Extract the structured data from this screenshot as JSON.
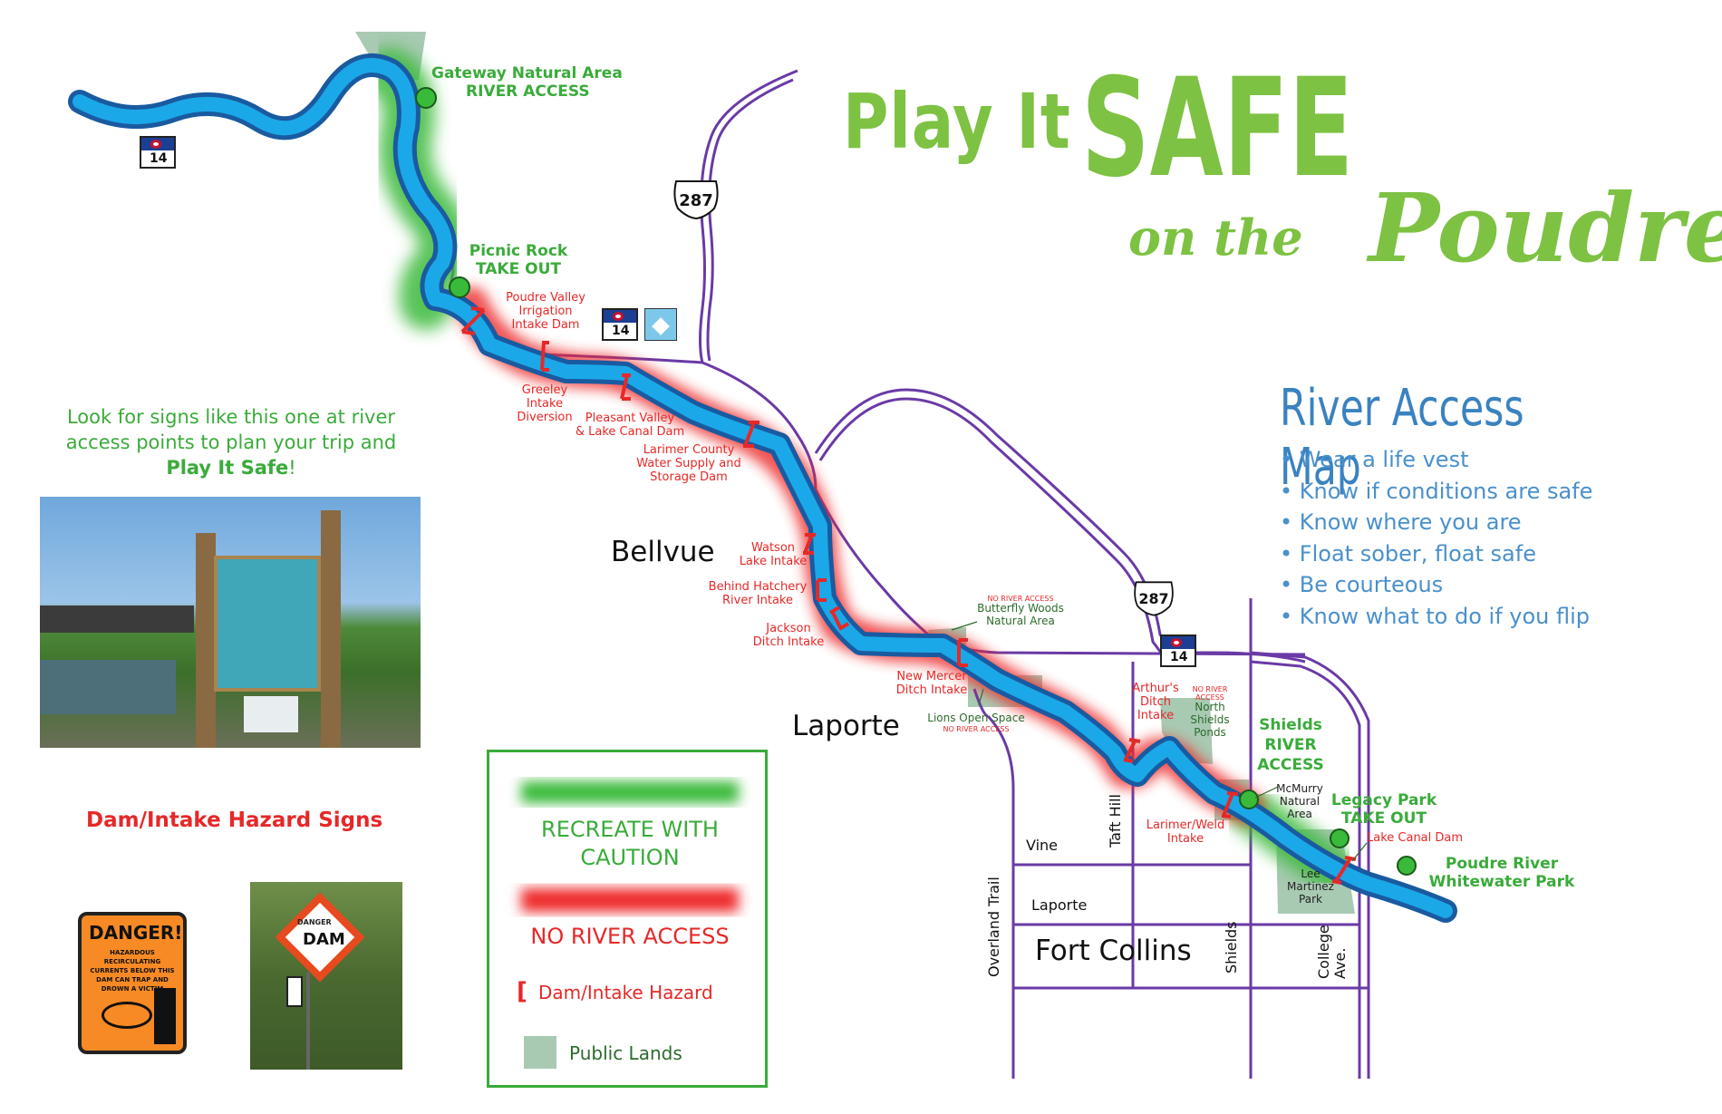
{
  "title": {
    "line1_part1": "Play It",
    "line1_part2": "SAFE",
    "line2_part1": "on the",
    "line2_part2": "Poudre"
  },
  "river_access_map": {
    "heading": "River Access Map",
    "tips": [
      "• Wear a life vest",
      "• Know if conditions are safe",
      "• Know where you are",
      "• Float sober, float safe",
      "• Be courteous",
      "• Know what to do if you flip"
    ]
  },
  "intro": {
    "line1": "Look for signs like this one at river",
    "line2": "access points to plan your trip and",
    "line3_bold": "Play It Safe",
    "line3_end": "!"
  },
  "hazard_signs_caption": "Dam/Intake Hazard Signs",
  "danger_sign": {
    "title": "DANGER!",
    "text": "HAZARDOUS RECIRCULATING CURRENTS BELOW THIS DAM CAN TRAP AND DROWN A VICTIM"
  },
  "dam_sign": {
    "top": "DANGER",
    "main": "DAM"
  },
  "legend": {
    "recreate": "RECREATE WITH CAUTION",
    "no_access": "NO RIVER ACCESS",
    "dam_hazard_bracket": "[",
    "dam_hazard": "Dam/Intake Hazard",
    "public_lands": "Public Lands"
  },
  "access_points": {
    "gateway": {
      "line1": "Gateway Natural Area",
      "line2": "RIVER ACCESS"
    },
    "picnic_rock": {
      "line1": "Picnic Rock",
      "line2": "TAKE OUT"
    },
    "shields": {
      "line1": "Shields",
      "line2": "RIVER",
      "line3": "ACCESS"
    },
    "legacy": {
      "line1": "Legacy Park",
      "line2": "TAKE OUT"
    },
    "whitewater": {
      "line1": "Poudre River",
      "line2": "Whitewater Park"
    }
  },
  "hazards": {
    "poudre_valley": [
      "Poudre Valley",
      "Irrigation",
      "Intake Dam"
    ],
    "greeley": [
      "Greeley",
      "Intake",
      "Diversion"
    ],
    "pleasant_valley": [
      "Pleasant Valley",
      "& Lake Canal Dam"
    ],
    "larimer_county": [
      "Larimer County",
      "Water Supply and",
      "Storage Dam"
    ],
    "watson": [
      "Watson",
      "Lake Intake"
    ],
    "behind_hatchery": [
      "Behind Hatchery",
      "River Intake"
    ],
    "jackson": [
      "Jackson",
      "Ditch Intake"
    ],
    "new_mercer": [
      "New Mercer",
      "Ditch Intake"
    ],
    "arthurs": [
      "Arthur's",
      "Ditch",
      "Intake"
    ],
    "larimer_weld": [
      "Larimer/Weld",
      "Intake"
    ],
    "lake_canal": "Lake Canal Dam"
  },
  "public_lands": {
    "butterfly": {
      "note": "NO RIVER ACCESS",
      "line1": "Butterfly Woods",
      "line2": "Natural Area"
    },
    "lions": {
      "line1": "Lions Open Space",
      "note": "NO RIVER ACCESS"
    },
    "north_shields": {
      "note1": "NO RIVER",
      "note2": "ACCESS",
      "line1": "North",
      "line2": "Shields",
      "line3": "Ponds"
    },
    "mcmurry": [
      "McMurry",
      "Natural",
      "Area"
    ],
    "lee_martinez": [
      "Lee",
      "Martinez",
      "Park"
    ]
  },
  "towns": {
    "bellvue": "Bellvue",
    "laporte": "Laporte",
    "fort_collins": "Fort Collins"
  },
  "streets": {
    "vine": "Vine",
    "laporte": "Laporte",
    "overland": "Overland Trail",
    "taft_hill": "Taft Hill",
    "shields": "Shields",
    "college": "College Ave."
  },
  "highways": {
    "co14": "14",
    "us287": "287"
  },
  "colors": {
    "river": "#1ba8e8",
    "river_outline": "#1a5aa0",
    "road": "#6a3aa6",
    "safe_glow": "#3aba3a",
    "danger_glow": "#ee2a2a",
    "public_land": "#a8c9b2",
    "title_green": "#7dc242",
    "heading_blue": "#3a82c0"
  }
}
